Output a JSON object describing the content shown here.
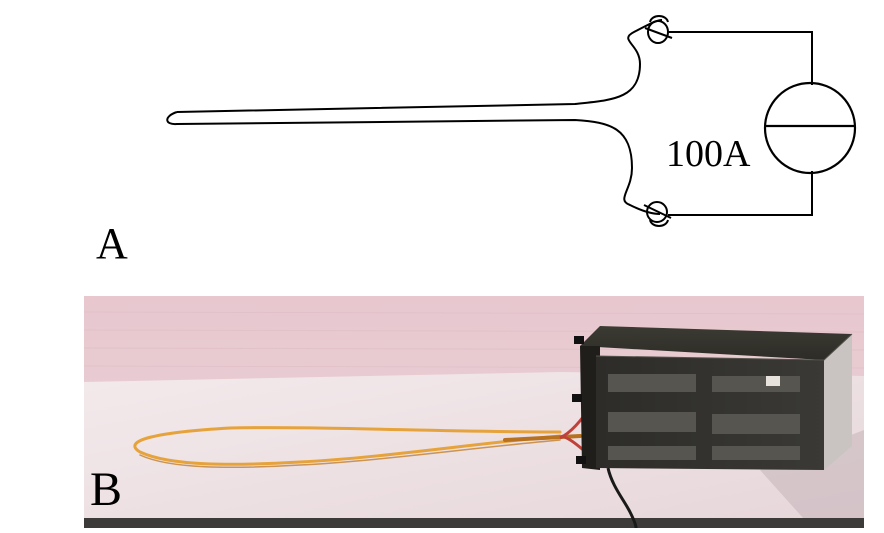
{
  "diagram": {
    "current_label": "100A",
    "panel_a_label": "A"
  },
  "photo": {
    "panel_b_label": "B"
  },
  "colors": {
    "line": "#000000",
    "photo_wall": "#e7c9cf",
    "photo_table": "#eadde0",
    "device_body": "#2f2f2a",
    "wire_orange": "#e6a33c"
  }
}
